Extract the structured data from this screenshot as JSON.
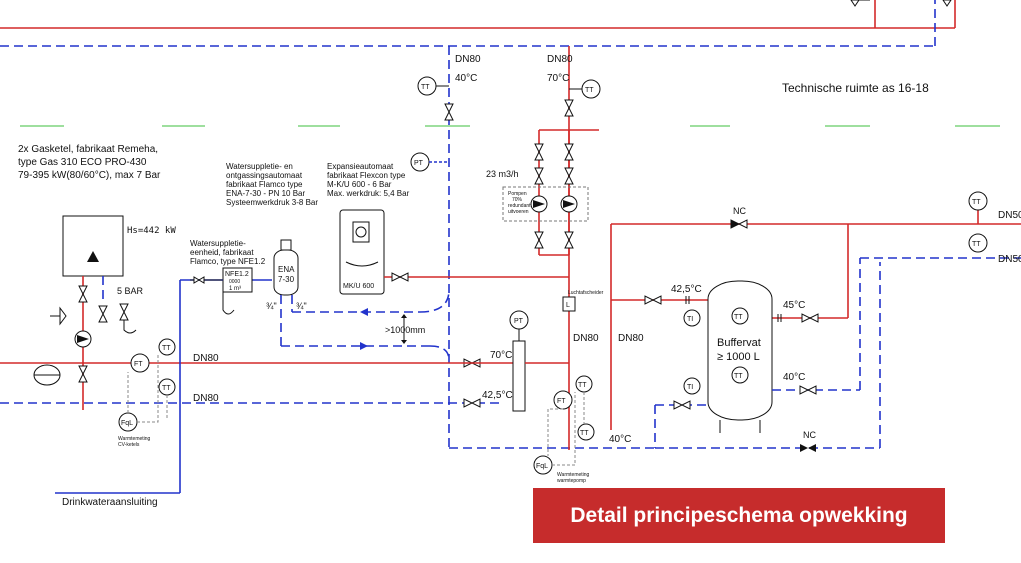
{
  "banner": "Detail principeschema opwekking",
  "room_label": "Technische ruimte as 16-18",
  "boiler": {
    "desc_lines": [
      "2x Gasketel, fabrikaat Remeha,",
      "type Gas 310 ECO PRO-430",
      "79-395 kW(80/60°C), max 7 Bar"
    ],
    "power": "Hs=442 kW",
    "pressure": "5 BAR"
  },
  "degasser": {
    "desc_lines": [
      "Watersuppletie- en",
      "ontgassingsautomaat",
      "fabrikaat Flamco type",
      "ENA-7-30 - PN 10 Bar",
      "Systeemwerkdruk 3-8 Bar"
    ],
    "unit": [
      "ENA",
      "7-30"
    ]
  },
  "refill": {
    "desc_lines": [
      "Watersuppletie-",
      "eenheid, fabrikaat",
      "Flamco, type NFE1.2"
    ],
    "unit": [
      "NFE1.2",
      "0000",
      "1 m³"
    ]
  },
  "expansion": {
    "desc_lines": [
      "Expansieautomaat",
      "fabrikaat Flexcon type",
      "M-K/U 600 - 6 Bar",
      "Max. werkdruk: 5,4 Bar"
    ],
    "unit": "MK/U 600"
  },
  "pumps": {
    "flow": "23 m3/h",
    "note_lines": [
      "Pompen",
      "70%",
      "redundant",
      "uitvoeren"
    ]
  },
  "buffer": {
    "name": "Buffervat",
    "volume": "≥ 1000 L"
  },
  "labels": {
    "dn80": "DN80",
    "dn50": "DN50",
    "t40": "40°C",
    "t70": "70°C",
    "t425": "42,5°C",
    "t45": "45°C",
    "nc": "NC",
    "dist": ">1000mm",
    "quarter": "¾\"",
    "air": "Luchtafscheider",
    "drink": "Drinkwateraansluiting",
    "meter_cv": [
      "Warmtemeting",
      "CV-ketels"
    ],
    "meter_wp": [
      "Warmtemeting",
      "warmtepomp"
    ]
  },
  "instruments": {
    "tt": "TT",
    "pt": "PT",
    "ft": "FT",
    "fql": "FqL",
    "ti": "TI",
    "l": "L"
  }
}
